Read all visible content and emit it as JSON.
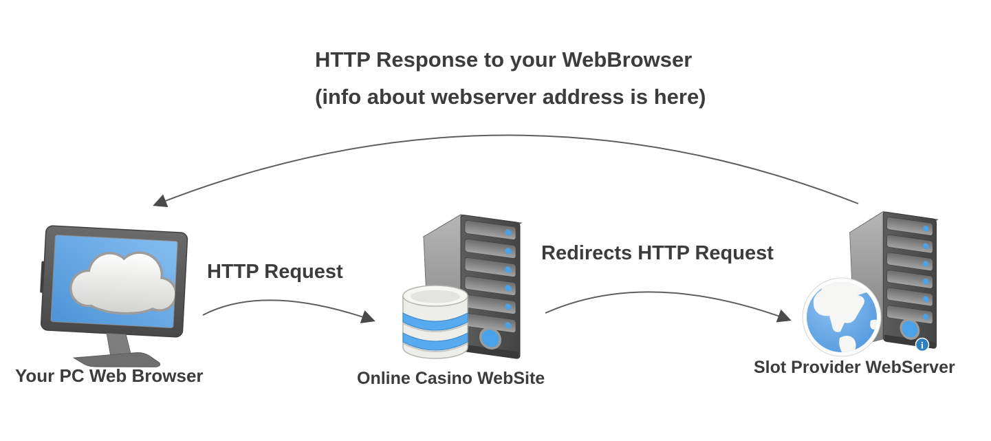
{
  "diagram": {
    "response": {
      "line1": "HTTP Response to your WebBrowser",
      "line2": "(info about webserver address is here)"
    },
    "request_label": "HTTP Request",
    "redirect_label": "Redirects HTTP Request",
    "nodes": {
      "browser": {
        "label": "Your PC Web Browser"
      },
      "casino": {
        "label": "Online Casino WebSite"
      },
      "slot": {
        "label": "Slot Provider WebServer"
      }
    },
    "info_badge": "i"
  },
  "colors": {
    "text": "#3c3c3c",
    "arrow": "#5d5d5d",
    "arrowhead": "#4a4a4a",
    "accent-blue": "#4aa3e8",
    "db-blue": "#57aaed",
    "db-blue-edge": "#3e88c8",
    "globe-blue": "#5ca2e4",
    "server-front": "#4b4b4b",
    "badge-blue": "#2f80bf"
  }
}
